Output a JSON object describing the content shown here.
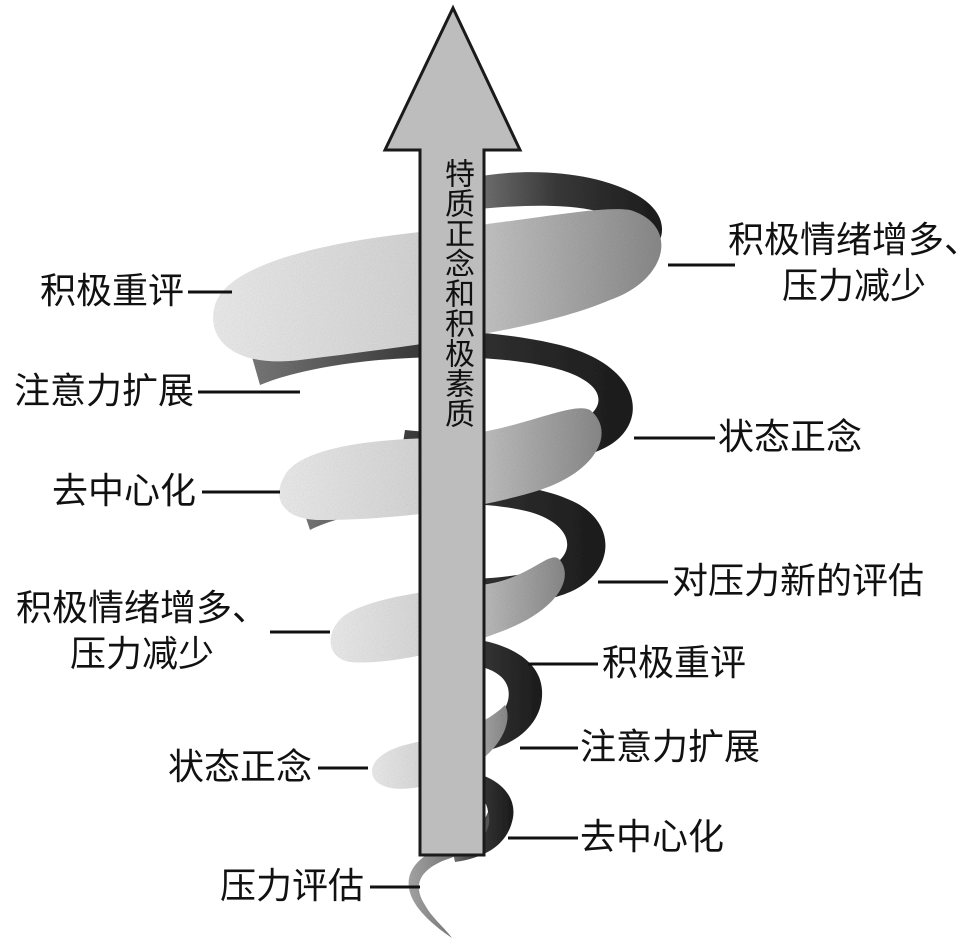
{
  "axis": {
    "label": "特质正念和积极素质"
  },
  "labels": {
    "l1": [
      "积极重评"
    ],
    "l2": [
      "注意力扩展"
    ],
    "l3": [
      "去中心化"
    ],
    "l4": [
      "积极情绪增多、",
      "压力减少"
    ],
    "l5": [
      "状态正念"
    ],
    "l6": [
      "压力评估"
    ],
    "r1": [
      "积极情绪增多、",
      "压力减少"
    ],
    "r2": [
      "状态正念"
    ],
    "r3": [
      "对压力新的评估"
    ],
    "r4": [
      "积极重评"
    ],
    "r5": [
      "注意力扩展"
    ],
    "r6": [
      "去中心化"
    ]
  },
  "colors": {
    "spiral_light": "#dcdcdc",
    "spiral_dark": "#2e2e2e",
    "arrow_fill": "#bdbdbd",
    "arrow_stroke": "#1a1a1a",
    "leader": "#111111"
  }
}
